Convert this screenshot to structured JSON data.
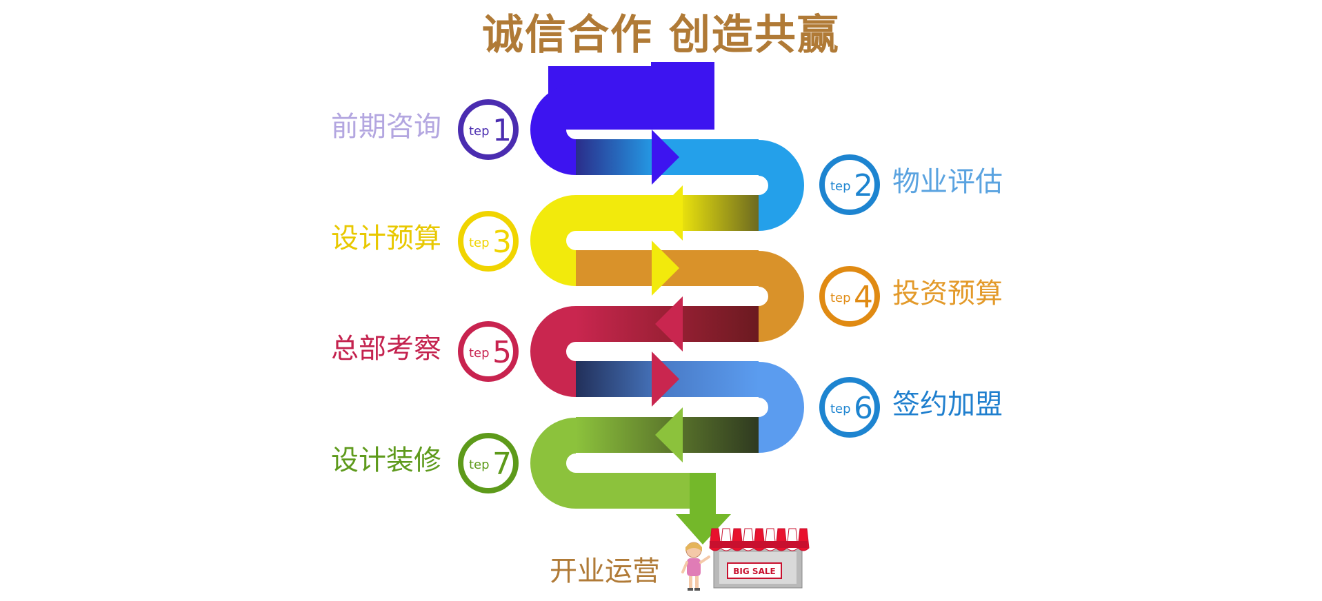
{
  "title": "诚信合作 创造共赢",
  "step_prefix": "tep",
  "steps": [
    {
      "number": "1",
      "label": "前期咨询",
      "color": "#4a2cb0",
      "label_color": "#b3a6e0",
      "band": "#3d14f0"
    },
    {
      "number": "2",
      "label": "物业评估",
      "color": "#1d84d0",
      "label_color": "#5aa3e0",
      "band": "#24a0ea"
    },
    {
      "number": "3",
      "label": "设计预算",
      "color": "#f0d400",
      "label_color": "#e8c800",
      "band": "#f2ea0c"
    },
    {
      "number": "4",
      "label": "投资预算",
      "color": "#e08a12",
      "label_color": "#e39a2a",
      "band": "#d9922a"
    },
    {
      "number": "5",
      "label": "总部考察",
      "color": "#c8234f",
      "label_color": "#c4224e",
      "band": "#c9264f"
    },
    {
      "number": "6",
      "label": "签约加盟",
      "color": "#1d84d0",
      "label_color": "#1f7fce",
      "band": "#5b9cef"
    },
    {
      "number": "7",
      "label": "设计装修",
      "color": "#5d9a1a",
      "label_color": "#5e9a1c",
      "band": "#8cc23c"
    }
  ],
  "final": {
    "label": "开业运营",
    "shop_sign": "BIG SALE"
  }
}
